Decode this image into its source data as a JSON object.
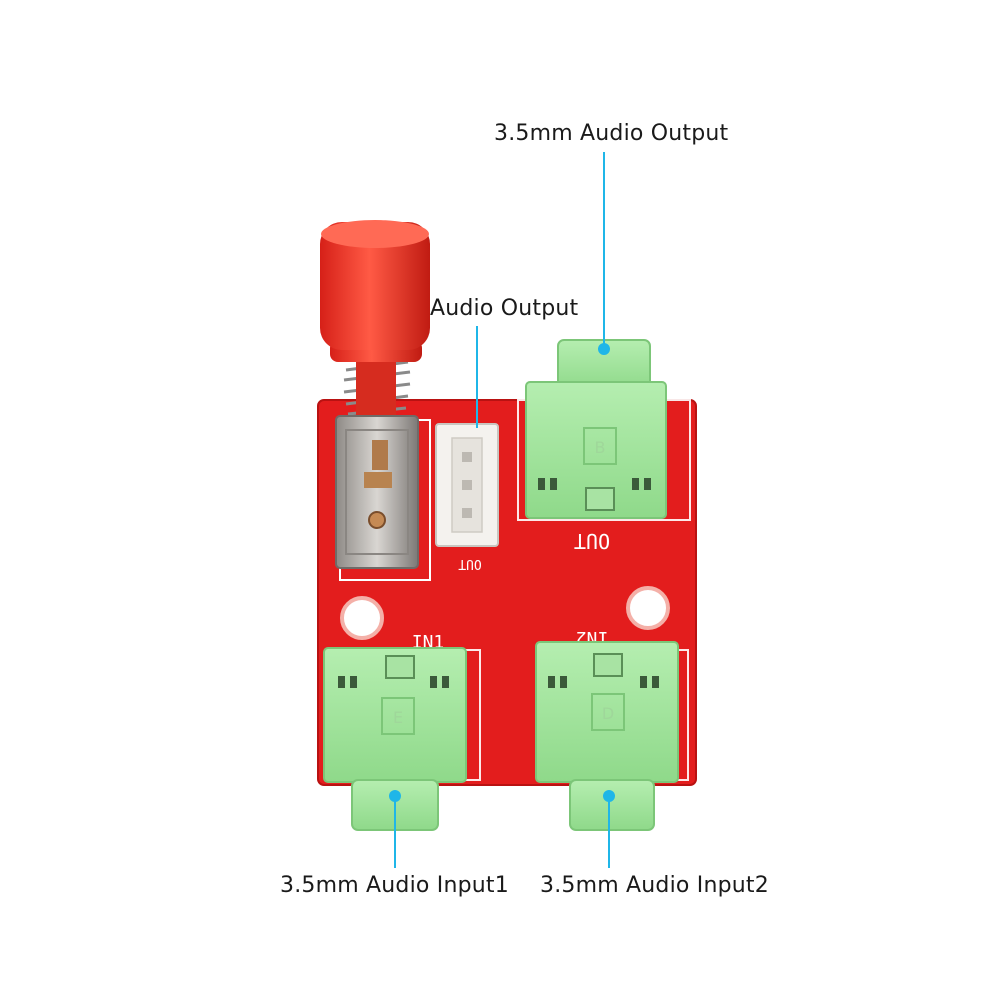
{
  "labels": {
    "output_35mm": "3.5mm Audio Output",
    "audio_output": "Audio Output",
    "input1_35mm": "3.5mm Audio Input1",
    "input2_35mm": "3.5mm Audio Input2"
  },
  "silkscreen": {
    "out_jack": "OUT",
    "out_connector": "OUT",
    "in1": "IN1",
    "in2": "IN2",
    "jack_letter_top": "B",
    "jack_letter_in1": "E",
    "jack_letter_in2": "D"
  },
  "colors": {
    "board": "#e31d1d",
    "jack": "#9fe39a",
    "button_cap": "#f03a2a",
    "leader": "#1fb6e8"
  }
}
